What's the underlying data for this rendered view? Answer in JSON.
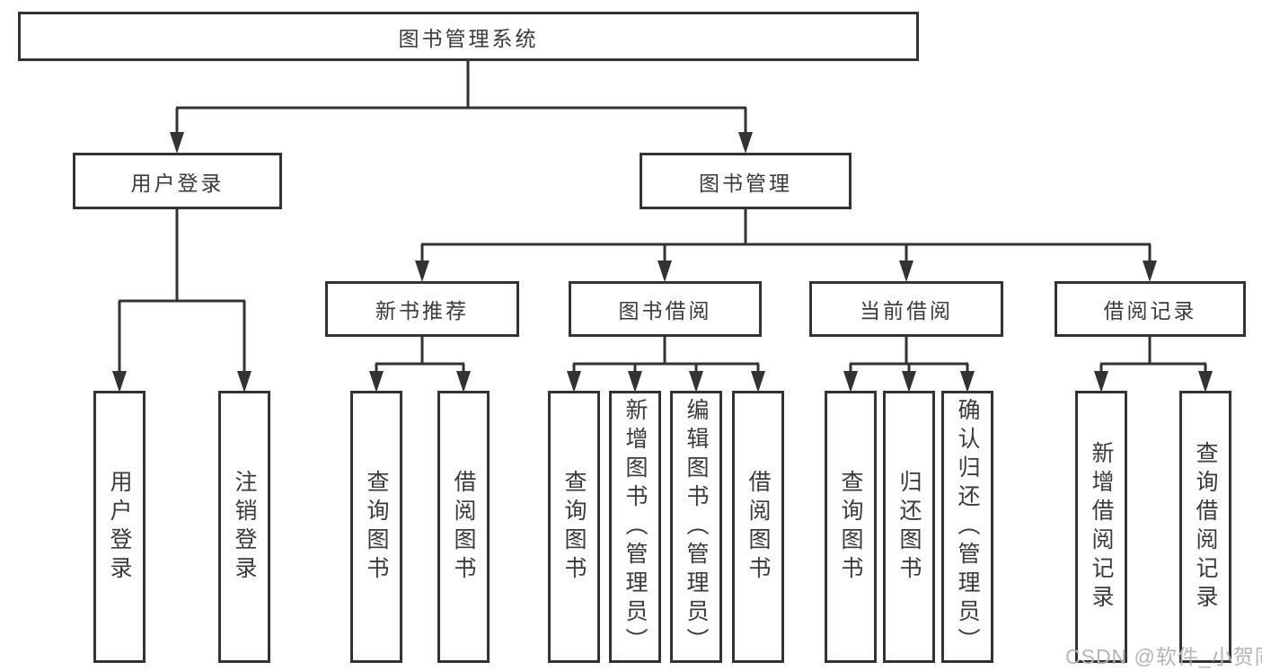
{
  "tree": {
    "root": {
      "label": "图书管理系统"
    },
    "branches": [
      {
        "label": "用户登录",
        "children": [
          {
            "label": "用户登录"
          },
          {
            "label": "注销登录"
          }
        ]
      },
      {
        "label": "图书管理",
        "children": [
          {
            "label": "新书推荐",
            "children": [
              {
                "label": "查询图书"
              },
              {
                "label": "借阅图书"
              }
            ]
          },
          {
            "label": "图书借阅",
            "children": [
              {
                "label": "查询图书"
              },
              {
                "label": "新增图书（管理员）"
              },
              {
                "label": "编辑图书（管理员）"
              },
              {
                "label": "借阅图书"
              }
            ]
          },
          {
            "label": "当前借阅",
            "children": [
              {
                "label": "查询图书"
              },
              {
                "label": "归还图书"
              },
              {
                "label": "确认归还（管理员）"
              }
            ]
          },
          {
            "label": "借阅记录",
            "children": [
              {
                "label": "新增借阅记录"
              },
              {
                "label": "查询借阅记录"
              }
            ]
          }
        ]
      }
    ]
  },
  "watermark": "CSDN @软件_小贺同学",
  "colors": {
    "line": "#333333",
    "box_border": "#333333",
    "text": "#3a3a3a",
    "background": "#ffffff",
    "watermark": "#b5b5b5"
  }
}
